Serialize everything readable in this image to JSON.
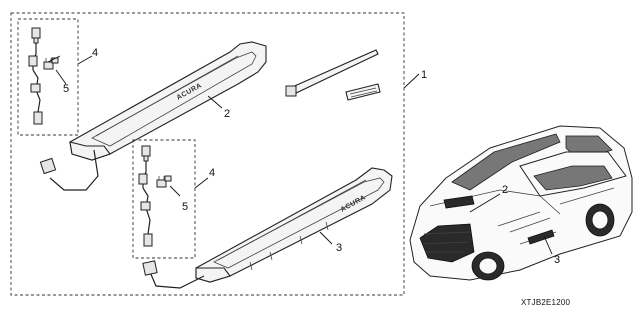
{
  "callouts": {
    "kit": "1",
    "front_sill": "2",
    "rear_sill": "3",
    "harness_upper": "4",
    "harness_lower": "4",
    "fuse_upper": "5",
    "fuse_lower": "5",
    "car_front_location": "2",
    "car_rear_location": "3"
  },
  "sill_marks": {
    "front": "ACURA",
    "rear": "ACURA"
  },
  "diagram_code": "XTJB2E1200"
}
